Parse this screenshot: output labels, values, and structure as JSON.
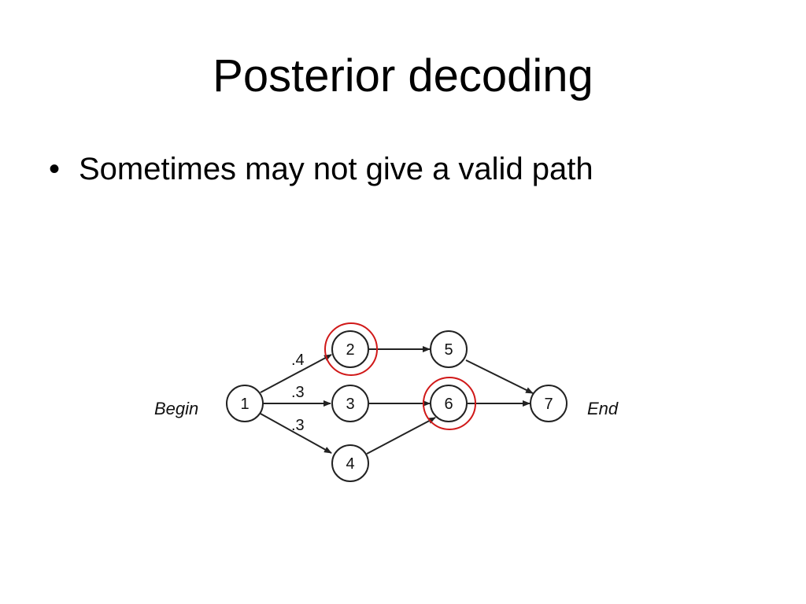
{
  "slide": {
    "title": "Posterior decoding",
    "bullets": [
      "Sometimes may not give a valid path"
    ],
    "bullet_symbol": "•"
  },
  "diagram": {
    "terminals": {
      "begin": "Begin",
      "end": "End"
    },
    "nodes": [
      {
        "id": "1",
        "label": "1"
      },
      {
        "id": "2",
        "label": "2"
      },
      {
        "id": "3",
        "label": "3"
      },
      {
        "id": "4",
        "label": "4"
      },
      {
        "id": "5",
        "label": "5"
      },
      {
        "id": "6",
        "label": "6"
      },
      {
        "id": "7",
        "label": "7"
      }
    ],
    "edges": [
      {
        "from": "1",
        "to": "2",
        "label": ".4"
      },
      {
        "from": "1",
        "to": "3",
        "label": ".3"
      },
      {
        "from": "1",
        "to": "4",
        "label": ".3"
      },
      {
        "from": "2",
        "to": "5",
        "label": ""
      },
      {
        "from": "3",
        "to": "6",
        "label": ""
      },
      {
        "from": "4",
        "to": "6",
        "label": ""
      },
      {
        "from": "5",
        "to": "7",
        "label": ""
      },
      {
        "from": "6",
        "to": "7",
        "label": ""
      }
    ],
    "highlighted_nodes": [
      "2",
      "6"
    ],
    "colors": {
      "highlight": "#d01818",
      "stroke": "#222222"
    }
  }
}
